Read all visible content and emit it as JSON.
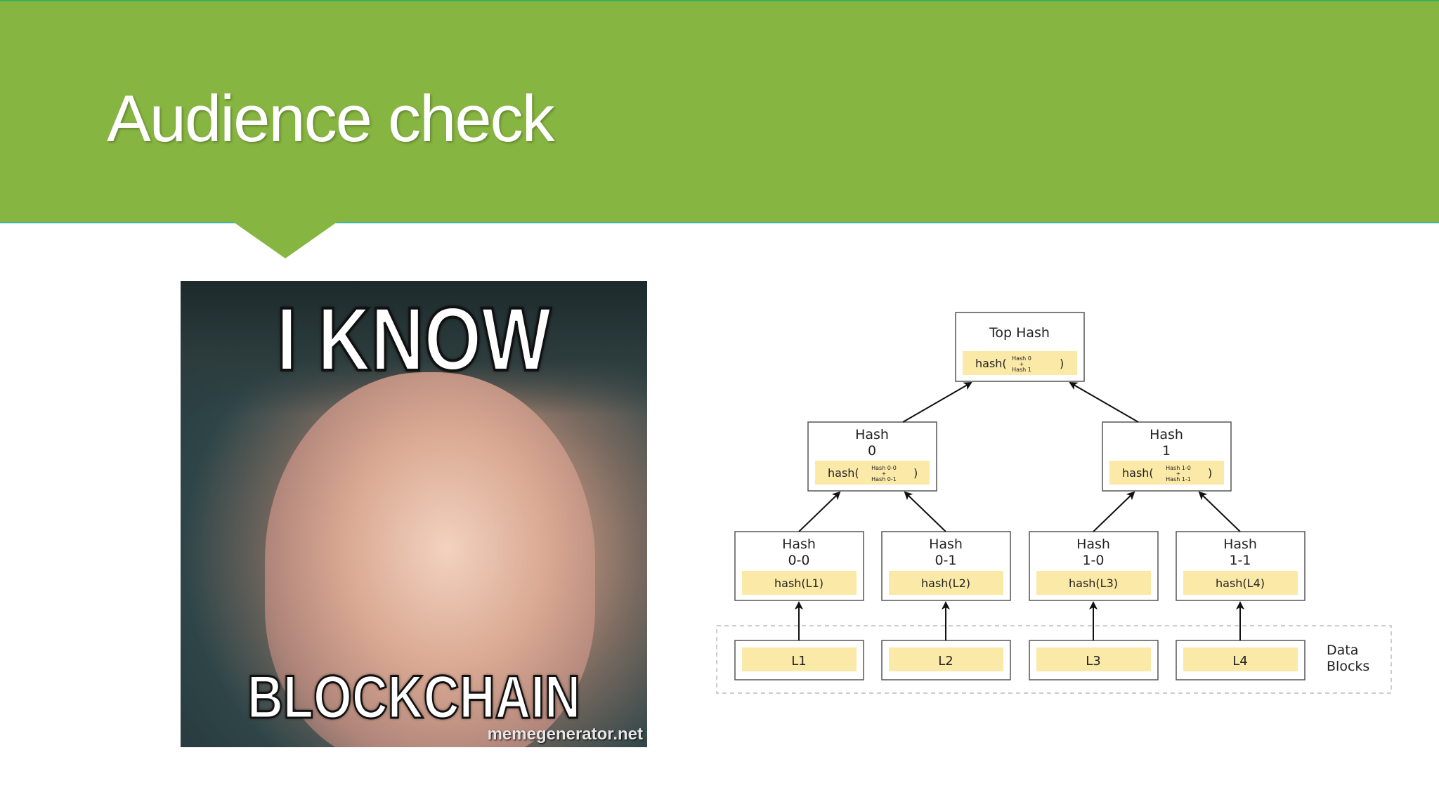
{
  "slide": {
    "title": "Audience check"
  },
  "meme": {
    "top_text": "I KNOW",
    "bottom_text": "BLOCKCHAIN",
    "watermark": "memegenerator.net"
  },
  "diagram": {
    "colors": {
      "box_fill": "#ffffff",
      "box_border": "#555555",
      "hash_fill": "#fbe9a7",
      "arrow": "#111111"
    },
    "top": {
      "title": "Top Hash",
      "hash_label": "hash(",
      "inner_top": "Hash 0",
      "inner_plus": "+",
      "inner_bottom": "Hash 1",
      "close": ")"
    },
    "level1": [
      {
        "title_line1": "Hash",
        "title_line2": "0",
        "hash_label": "hash(",
        "inner_top": "Hash 0-0",
        "inner_plus": "+",
        "inner_bottom": "Hash 0-1",
        "close": ")"
      },
      {
        "title_line1": "Hash",
        "title_line2": "1",
        "hash_label": "hash(",
        "inner_top": "Hash 1-0",
        "inner_plus": "+",
        "inner_bottom": "Hash 1-1",
        "close": ")"
      }
    ],
    "level2": [
      {
        "title_line1": "Hash",
        "title_line2": "0-0",
        "hash": "hash(L1)"
      },
      {
        "title_line1": "Hash",
        "title_line2": "0-1",
        "hash": "hash(L2)"
      },
      {
        "title_line1": "Hash",
        "title_line2": "1-0",
        "hash": "hash(L3)"
      },
      {
        "title_line1": "Hash",
        "title_line2": "1-1",
        "hash": "hash(L4)"
      }
    ],
    "data_blocks": [
      "L1",
      "L2",
      "L3",
      "L4"
    ],
    "data_label_line1": "Data",
    "data_label_line2": "Blocks"
  }
}
